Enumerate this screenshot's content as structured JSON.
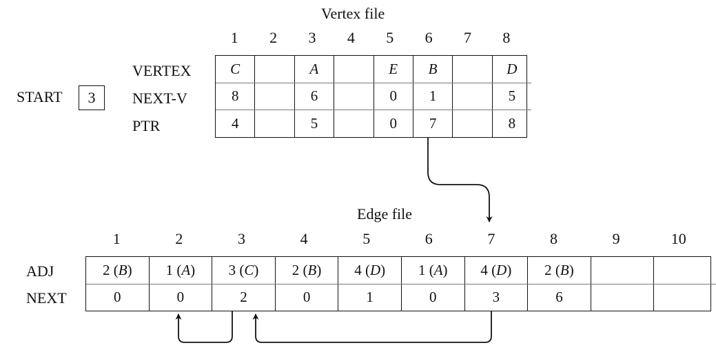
{
  "vertex_file": {
    "title": "Vertex file",
    "indices": [
      "1",
      "2",
      "3",
      "4",
      "5",
      "6",
      "7",
      "8"
    ],
    "start_label": "START",
    "start_value": "3",
    "rows": [
      {
        "label": "VERTEX",
        "italic": true,
        "cells": [
          "C",
          "",
          "A",
          "",
          "E",
          "B",
          "",
          "D"
        ]
      },
      {
        "label": "NEXT-V",
        "italic": false,
        "cells": [
          "8",
          "",
          "6",
          "",
          "0",
          "1",
          "",
          "5"
        ]
      },
      {
        "label": "PTR",
        "italic": false,
        "cells": [
          "4",
          "",
          "5",
          "",
          "0",
          "7",
          "",
          "8"
        ]
      }
    ]
  },
  "edge_file": {
    "title": "Edge file",
    "indices": [
      "1",
      "2",
      "3",
      "4",
      "5",
      "6",
      "7",
      "8",
      "9",
      "10"
    ],
    "rows": [
      {
        "label": "ADJ",
        "cells": [
          {
            "num": "2",
            "letter": "B"
          },
          {
            "num": "1",
            "letter": "A"
          },
          {
            "num": "3",
            "letter": "C"
          },
          {
            "num": "2",
            "letter": "B"
          },
          {
            "num": "4",
            "letter": "D"
          },
          {
            "num": "1",
            "letter": "A"
          },
          {
            "num": "4",
            "letter": "D"
          },
          {
            "num": "2",
            "letter": "B"
          },
          {
            "num": "",
            "letter": ""
          },
          {
            "num": "",
            "letter": ""
          }
        ]
      },
      {
        "label": "NEXT",
        "cells": [
          "0",
          "0",
          "2",
          "0",
          "1",
          "0",
          "3",
          "6",
          "",
          ""
        ]
      }
    ]
  },
  "arrows": [
    {
      "from": "vertex PTR 6",
      "to": "edge 7"
    },
    {
      "from": "edge NEXT 7",
      "to": "edge 3"
    },
    {
      "from": "edge NEXT 3",
      "to": "edge 2"
    }
  ]
}
